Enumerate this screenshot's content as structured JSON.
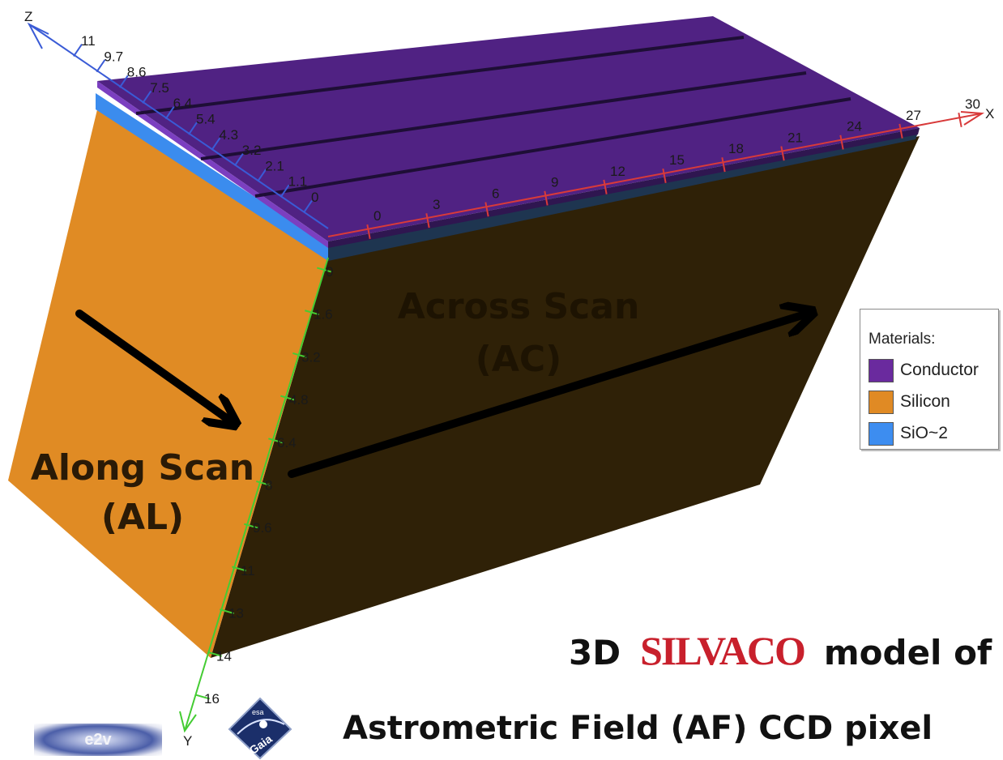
{
  "axes": {
    "z": {
      "name": "Z",
      "ticks": [
        "11",
        "9.7",
        "8.6",
        "7.5",
        "6.4",
        "5.4",
        "4.3",
        "3.2",
        "2.1",
        "1.1",
        "0"
      ],
      "color": "#3a5bd6"
    },
    "x": {
      "name": "X",
      "ticks": [
        "0",
        "3",
        "6",
        "9",
        "12",
        "15",
        "18",
        "21",
        "24",
        "27",
        "30"
      ],
      "color": "#d83a3a"
    },
    "y": {
      "name": "Y",
      "ticks": [
        "0",
        "1.6",
        "3.2",
        "4.8",
        "6.4",
        "8",
        "9.6",
        "11",
        "13",
        "14",
        "16"
      ],
      "color": "#44cc33"
    }
  },
  "labels": {
    "across_line1": "Across Scan",
    "across_line2": "(AC)",
    "along_line1": "Along Scan",
    "along_line2": "(AL)"
  },
  "legend": {
    "title": "Materials:",
    "items": [
      {
        "label": "Conductor",
        "color": "#6a2a9e"
      },
      {
        "label": "Silicon",
        "color": "#e08a24"
      },
      {
        "label": "SiO~2",
        "color": "#3d8df0"
      }
    ]
  },
  "caption": {
    "line1_pre": "3D",
    "brand": "SILVACO",
    "line1_post": "model of",
    "line2": "Astrometric Field (AF) CCD pixel"
  },
  "logos": {
    "e2v": "e2v",
    "gaia": "Gaia",
    "esa": "esa"
  },
  "colors": {
    "conductor": "#4e2180",
    "silicon_front": "#e08a24",
    "silicon_side": "#2e2006",
    "oxide": "#3d8df0"
  }
}
